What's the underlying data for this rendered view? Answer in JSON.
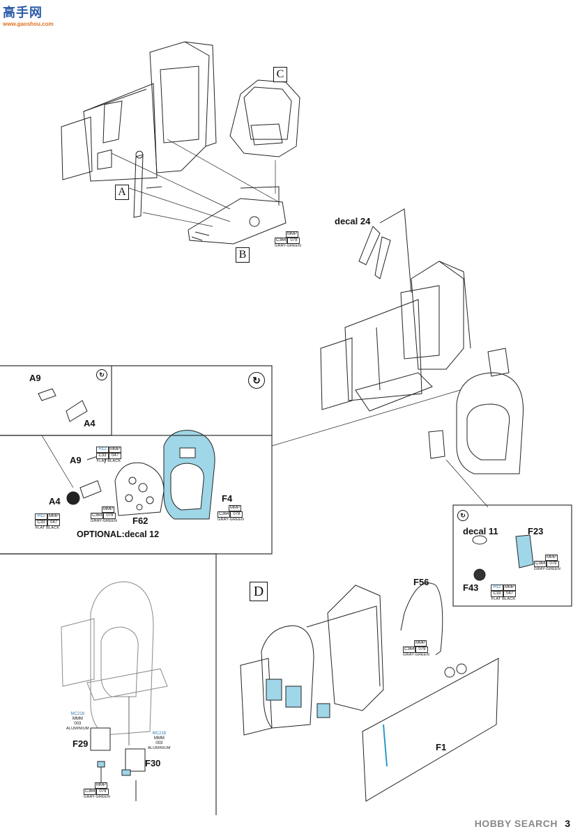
{
  "logo": {
    "title": "高手网",
    "url": "www.gaoshou.com"
  },
  "watermark": "HOBBY SEARCH",
  "page_number": "3",
  "steps": {
    "A": "A",
    "B": "B",
    "C": "C",
    "D": "D"
  },
  "decals": {
    "d24": "decal 24",
    "d11": "decal 11",
    "optional": "OPTIONAL:decal 12"
  },
  "parts": {
    "A9a": "A9",
    "A4a": "A4",
    "A9b": "A9",
    "A4b": "A4",
    "F62": "F62",
    "F4": "F4",
    "F23": "F23",
    "F43": "F43",
    "F56": "F56",
    "F1": "F1",
    "F29": "F29",
    "F30": "F30"
  },
  "paints": {
    "gray_green": {
      "h": "",
      "mmp": "MMP",
      "c": "C364",
      "code": "079",
      "name": "GRAY-GREEN"
    },
    "flat_black": {
      "h": "H12",
      "mmp": "MMP",
      "c": "C33",
      "code": "047",
      "name": "FLAT BLACK"
    },
    "aluminium": {
      "h": "MC218",
      "mmp": "MMM",
      "code": "003",
      "name": "ALUMINIUM"
    }
  }
}
